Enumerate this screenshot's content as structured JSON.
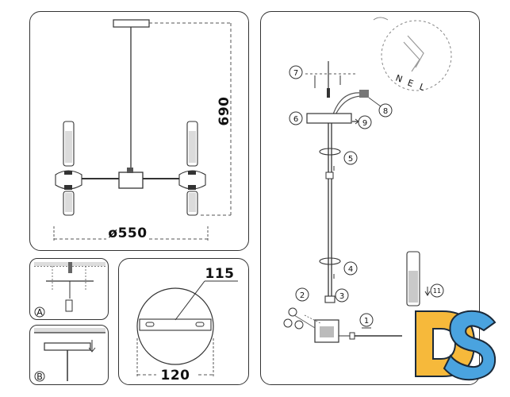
{
  "overview": {
    "height_dim": "690",
    "diameter_dim": "ø550"
  },
  "detail_a": {
    "label": "A"
  },
  "detail_b": {
    "label": "B"
  },
  "canopy_detail": {
    "top_dim": "115",
    "bottom_dim": "120"
  },
  "assembly": {
    "callouts": [
      "1",
      "2",
      "3",
      "4",
      "5",
      "6",
      "7",
      "8",
      "9",
      "11"
    ],
    "wire_letters": {
      "n": "N",
      "e": "E",
      "l": "L"
    }
  },
  "logo": {
    "text": "DS",
    "colors": {
      "d_fill": "#f6b93b",
      "s_fill": "#4aa3df",
      "outline": "#1b2a3a"
    }
  },
  "colors": {
    "line": "#333333",
    "accent_dash": "#555555"
  }
}
